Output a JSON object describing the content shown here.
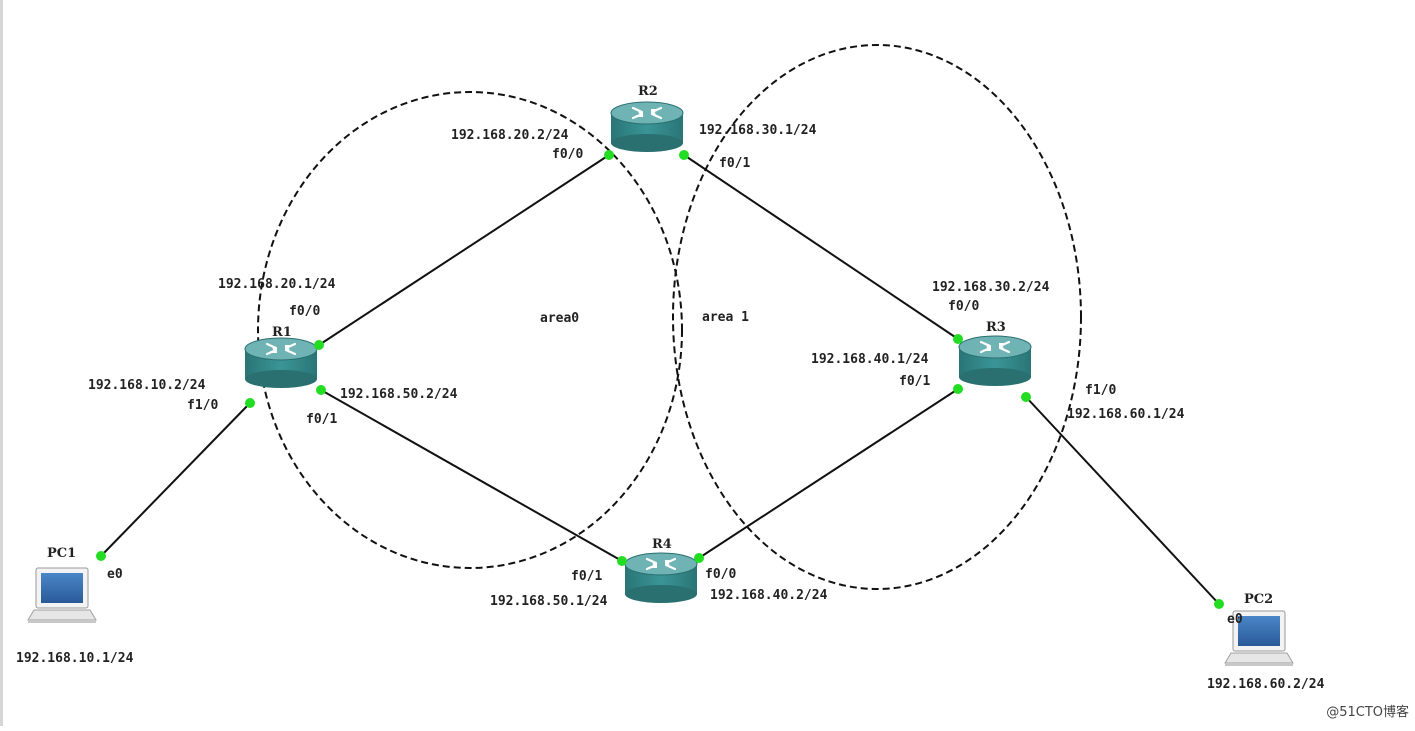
{
  "colors": {
    "link": "#111111",
    "port": "#22dd22",
    "router_top": "#5aa6a8",
    "router_body": "#2f8283",
    "area_outline": "#111111"
  },
  "areas": {
    "area0": "area0",
    "area1": "area 1"
  },
  "nodes": {
    "R1": {
      "name": "R1",
      "icon": "router-icon"
    },
    "R2": {
      "name": "R2",
      "icon": "router-icon"
    },
    "R3": {
      "name": "R3",
      "icon": "router-icon"
    },
    "R4": {
      "name": "R4",
      "icon": "router-icon"
    },
    "PC1": {
      "name": "PC1",
      "icon": "computer-icon"
    },
    "PC2": {
      "name": "PC2",
      "icon": "computer-icon"
    }
  },
  "labels": {
    "r2_f00_ip": "192.168.20.2/24",
    "r2_f00_port": "f0/0",
    "r2_f01_ip": "192.168.30.1/24",
    "r2_f01_port": "f0/1",
    "r1_f00_ip": "192.168.20.1/24",
    "r1_f00_port": "f0/0",
    "r1_f10_ip": "192.168.10.2/24",
    "r1_f10_port": "f1/0",
    "r1_f01_ip": "192.168.50.2/24",
    "r1_f01_port": "f0/1",
    "r3_f00_ip": "192.168.30.2/24",
    "r3_f00_port": "f0/0",
    "r3_f01_ip": "192.168.40.1/24",
    "r3_f01_port": "f0/1",
    "r3_f10_port": "f1/0",
    "r3_f10_ip": "192.168.60.1/24",
    "r4_f01_port": "f0/1",
    "r4_f01_ip": "192.168.50.1/24",
    "r4_f00_port": "f0/0",
    "r4_f00_ip": "192.168.40.2/24",
    "pc1_port": "e0",
    "pc1_ip": "192.168.10.1/24",
    "pc2_port": "e0",
    "pc2_ip": "192.168.60.2/24"
  },
  "watermark": "@51CTO博客"
}
